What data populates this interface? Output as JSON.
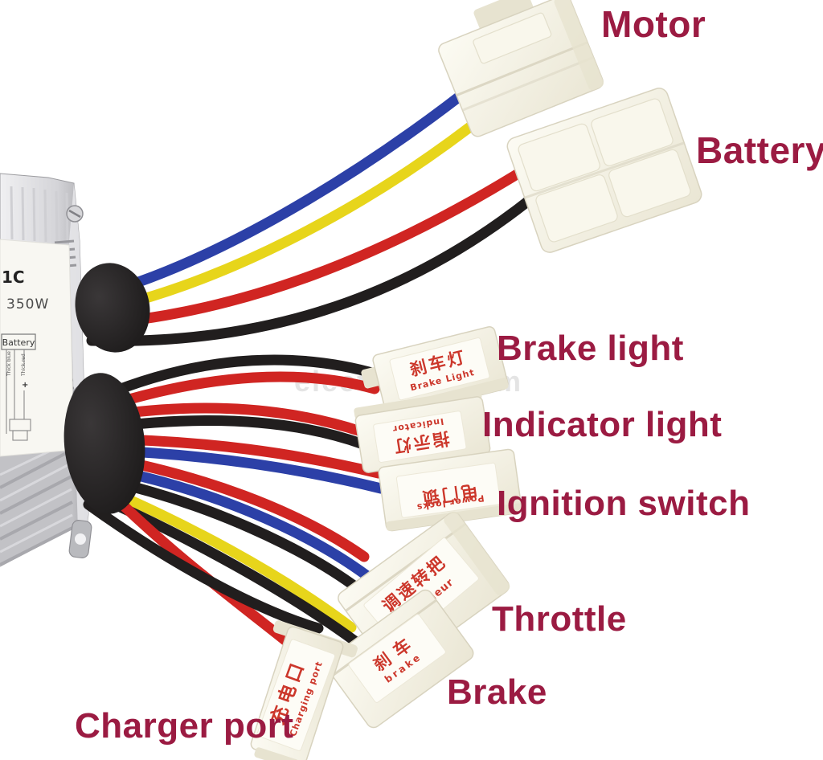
{
  "page": {
    "background": "#ffffff"
  },
  "watermark": {
    "left": "elect",
    "right": "om"
  },
  "label_style": {
    "color": "#9b1b42"
  },
  "connectors": [
    {
      "name": "motor",
      "label": "Motor"
    },
    {
      "name": "battery",
      "label": "Battery"
    },
    {
      "name": "brake-light",
      "label": "Brake light",
      "tag_cn": "刹车灯",
      "tag_en": "Brake Light"
    },
    {
      "name": "indicator-light",
      "label": "Indicator light",
      "tag_cn": "指示灯",
      "tag_en": "Indicator"
    },
    {
      "name": "ignition-switch",
      "label": "Ignition switch",
      "tag_cn": "电门锁",
      "tag_en": "Power locks"
    },
    {
      "name": "throttle",
      "label": "Throttle",
      "tag_cn": "调速转把",
      "tag_en": "Dereileur"
    },
    {
      "name": "brake",
      "label": "Brake",
      "tag_cn": "刹车",
      "tag_en": "brake"
    },
    {
      "name": "charger-port",
      "label": "Charger port",
      "tag_cn": "充电口",
      "tag_en": "Charging port"
    }
  ],
  "controller": {
    "model_text": "1C",
    "power_text": "350W",
    "diagram_title": "Battery",
    "diagram_note_left": "Thick blue",
    "diagram_note_right": "Thick red",
    "diagram_plus": "+"
  },
  "wire_colors": {
    "red": "#d02522",
    "blue": "#2c40a7",
    "yellow": "#e7d51b",
    "black": "#211e1e"
  }
}
